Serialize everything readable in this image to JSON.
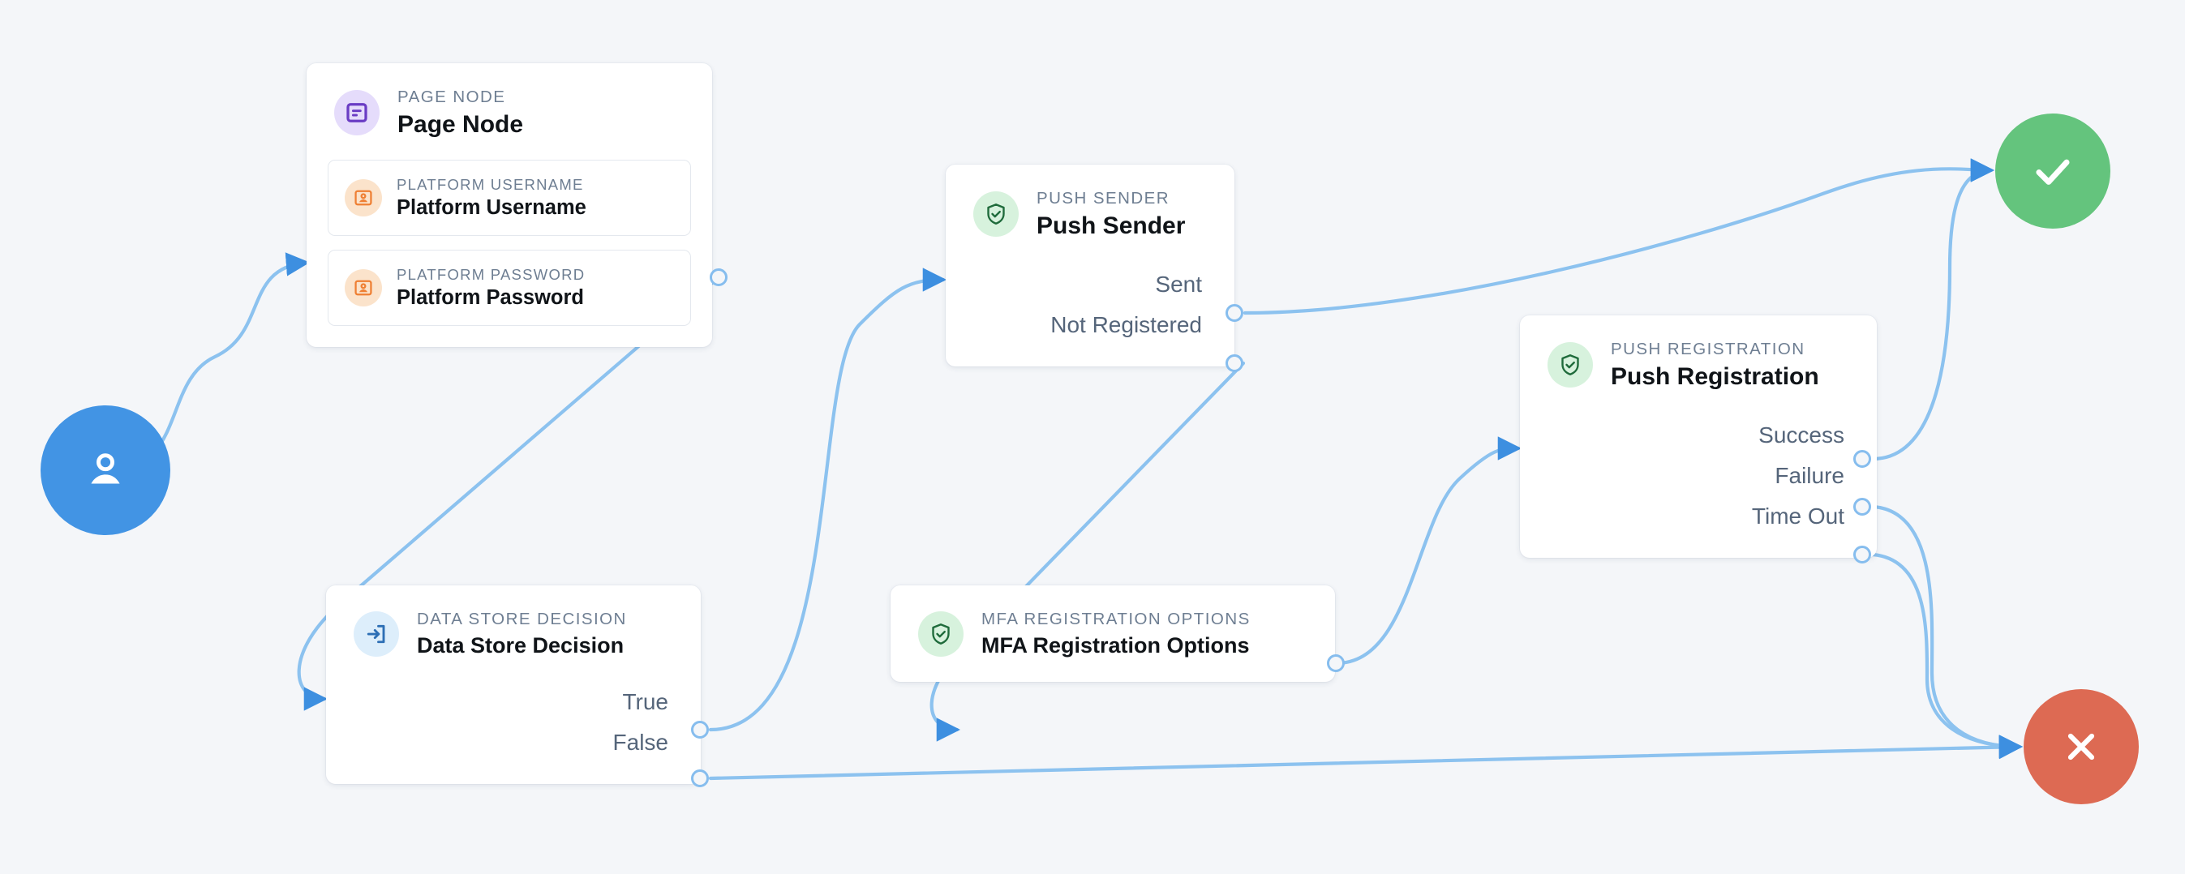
{
  "canvas": {
    "background_color": "#f4f6f9",
    "edge_color": "#8cc2ef",
    "arrow_color": "#3d8fe0",
    "port_color": "#86bdee"
  },
  "terminals": [
    {
      "id": "start",
      "name": "start-node",
      "icon": "user-icon",
      "color": "#4294e4"
    },
    {
      "id": "success",
      "name": "success-node",
      "icon": "check-icon",
      "color": "#64c47d"
    },
    {
      "id": "failure",
      "name": "failure-node",
      "icon": "close-icon",
      "color": "#dd6a53"
    }
  ],
  "nodes": [
    {
      "id": "page-node",
      "kicker": "PAGE NODE",
      "title": "Page Node",
      "icon": "page-icon",
      "badge_color": "#e5dcfb",
      "fields": [
        {
          "kicker": "PLATFORM USERNAME",
          "title": "Platform Username",
          "icon": "contact-card-icon",
          "badge_color": "#fbe3cb"
        },
        {
          "kicker": "PLATFORM PASSWORD",
          "title": "Platform Password",
          "icon": "contact-card-icon",
          "badge_color": "#fbe3cb"
        }
      ],
      "outputs": []
    },
    {
      "id": "push-sender",
      "kicker": "PUSH SENDER",
      "title": "Push Sender",
      "icon": "shield-check-icon",
      "badge_color": "#d7f2dd",
      "outputs": [
        "Sent",
        "Not Registered"
      ]
    },
    {
      "id": "push-registration",
      "kicker": "PUSH REGISTRATION",
      "title": "Push Registration",
      "icon": "shield-check-icon",
      "badge_color": "#d7f2dd",
      "outputs": [
        "Success",
        "Failure",
        "Time Out"
      ]
    },
    {
      "id": "data-store-decision",
      "kicker": "DATA STORE DECISION",
      "title": "Data Store Decision",
      "icon": "login-arrow-icon",
      "badge_color": "#ddeefb",
      "outputs": [
        "True",
        "False"
      ]
    },
    {
      "id": "mfa-registration-options",
      "kicker": "MFA REGISTRATION OPTIONS",
      "title": "MFA Registration Options",
      "icon": "shield-check-icon",
      "badge_color": "#d7f2dd",
      "outputs": []
    }
  ],
  "edges": [
    {
      "from": "start",
      "to": "page-node"
    },
    {
      "from": "page-node",
      "to": "data-store-decision"
    },
    {
      "from": "data-store-decision.True",
      "to": "push-sender"
    },
    {
      "from": "data-store-decision.False",
      "to": "failure"
    },
    {
      "from": "push-sender.Sent",
      "to": "success"
    },
    {
      "from": "push-sender.Not Registered",
      "to": "mfa-registration-options"
    },
    {
      "from": "mfa-registration-options",
      "to": "push-registration"
    },
    {
      "from": "push-registration.Success",
      "to": "success"
    },
    {
      "from": "push-registration.Failure",
      "to": "failure"
    },
    {
      "from": "push-registration.Time Out",
      "to": "failure"
    }
  ]
}
